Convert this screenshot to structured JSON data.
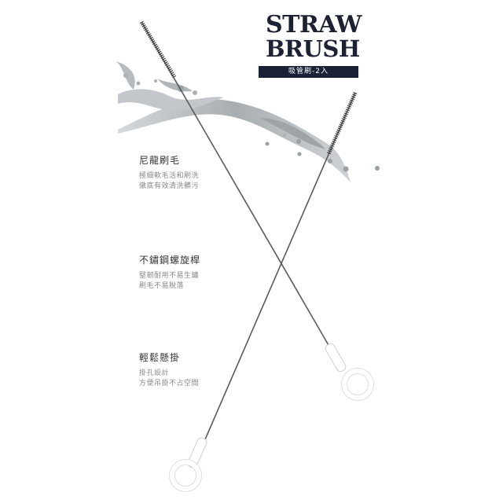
{
  "title": {
    "line1": "STRAW",
    "line2": "BRUSH"
  },
  "subtitle": "吸管刷-2入",
  "features": [
    {
      "heading": "尼龍刷毛",
      "lines": [
        "極細軟毛活和刷洗",
        "徹底有效清洗髒污"
      ]
    },
    {
      "heading": "不鏽鋼螺旋桿",
      "lines": [
        "堅韌耐用不易生鏽",
        "刷毛不易脫落"
      ]
    },
    {
      "heading": "輕鬆懸掛",
      "lines": [
        "掛孔設計",
        "方便吊掛不占空間"
      ]
    }
  ],
  "colors": {
    "title": "#1c2233",
    "banner": "#1a2035",
    "wire": "#5a5a5a",
    "handle": "#ffffff"
  }
}
